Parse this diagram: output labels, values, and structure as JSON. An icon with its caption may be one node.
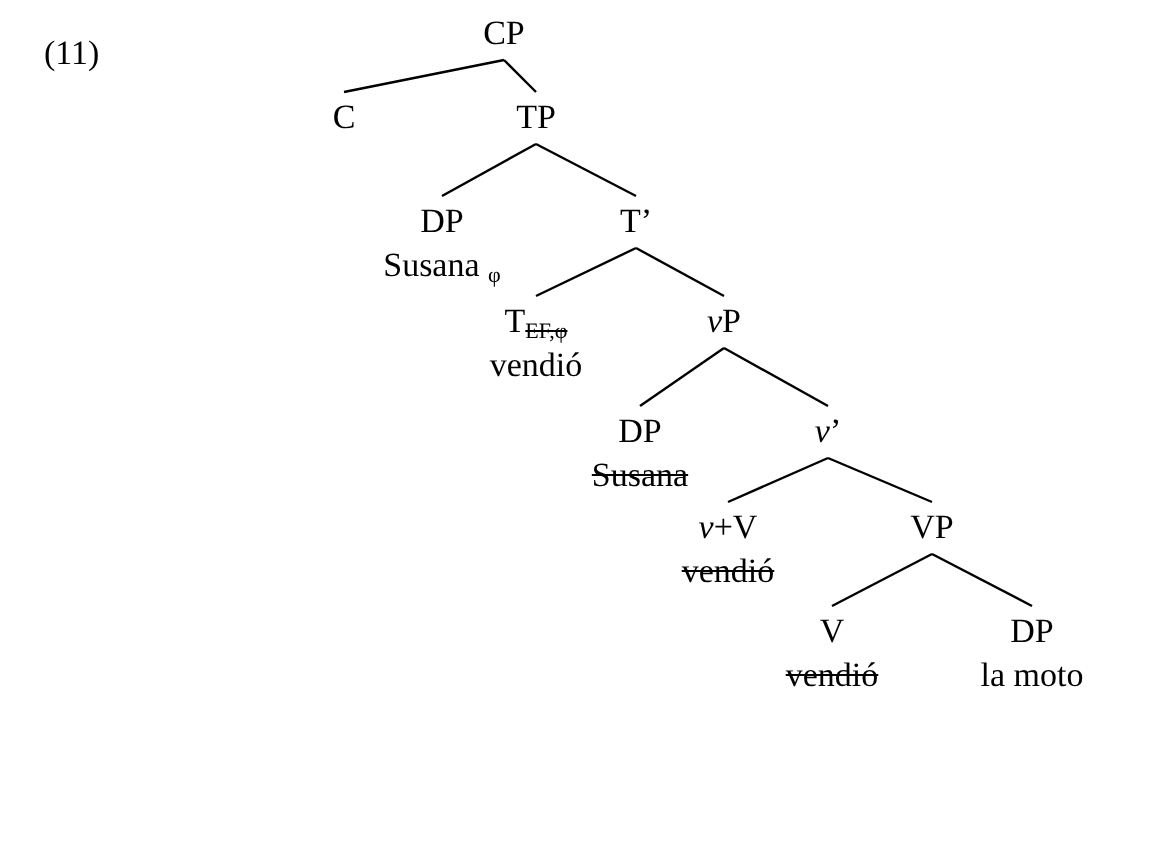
{
  "diagram": {
    "nodes": [
      {
        "text": [
          "CP"
        ]
      },
      {
        "text": [
          "C"
        ]
      },
      {
        "text": [
          "TP"
        ]
      },
      {
        "text": [
          "DP",
          "Susana $_{φ}$"
        ]
      },
      {
        "text": [
          "T’"
        ]
      },
      {
        "text": [
          "T$_{EF,φ}$",
          "vendió"
        ]
      },
      {
        "text": [
          "vP"
        ]
      },
      {
        "text": [
          "DP",
          "Susana"
        ]
      },
      {
        "text": [
          "*v*’"
        ]
      },
      {
        "text": [
          "*v*+V",
          "vendió"
        ]
      },
      {
        "text": [
          "VP"
        ]
      },
      {
        "text": [
          "V",
          "vendió"
        ]
      },
      {
        "text": [
          "DP",
          "la moto"
        ]
      }
    ],
    "edges": [
      {
        "from": 0,
        "to": 1,
        "arrow": "none"
      },
      {
        "from": 0,
        "to": 2,
        "arrow": "none"
      },
      {
        "from": 2,
        "to": 3,
        "arrow": "none"
      },
      {
        "from": 2,
        "to": 4,
        "arrow": "none"
      },
      {
        "from": 4,
        "to": 5,
        "arrow": "none"
      },
      {
        "from": 4,
        "to": 6,
        "arrow": "none"
      },
      {
        "from": 6,
        "to": 7,
        "arrow": "none"
      },
      {
        "from": 6,
        "to": 8,
        "arrow": "none"
      },
      {
        "from": 8,
        "to": 9,
        "arrow": "none"
      },
      {
        "from": 8,
        "to": 10,
        "arrow": "none"
      },
      {
        "from": 10,
        "to": 11,
        "arrow": "none"
      },
      {
        "from": 10,
        "to": 12,
        "arrow": "none"
      }
    ],
    "labels": [
      "(11)"
    ]
  }
}
